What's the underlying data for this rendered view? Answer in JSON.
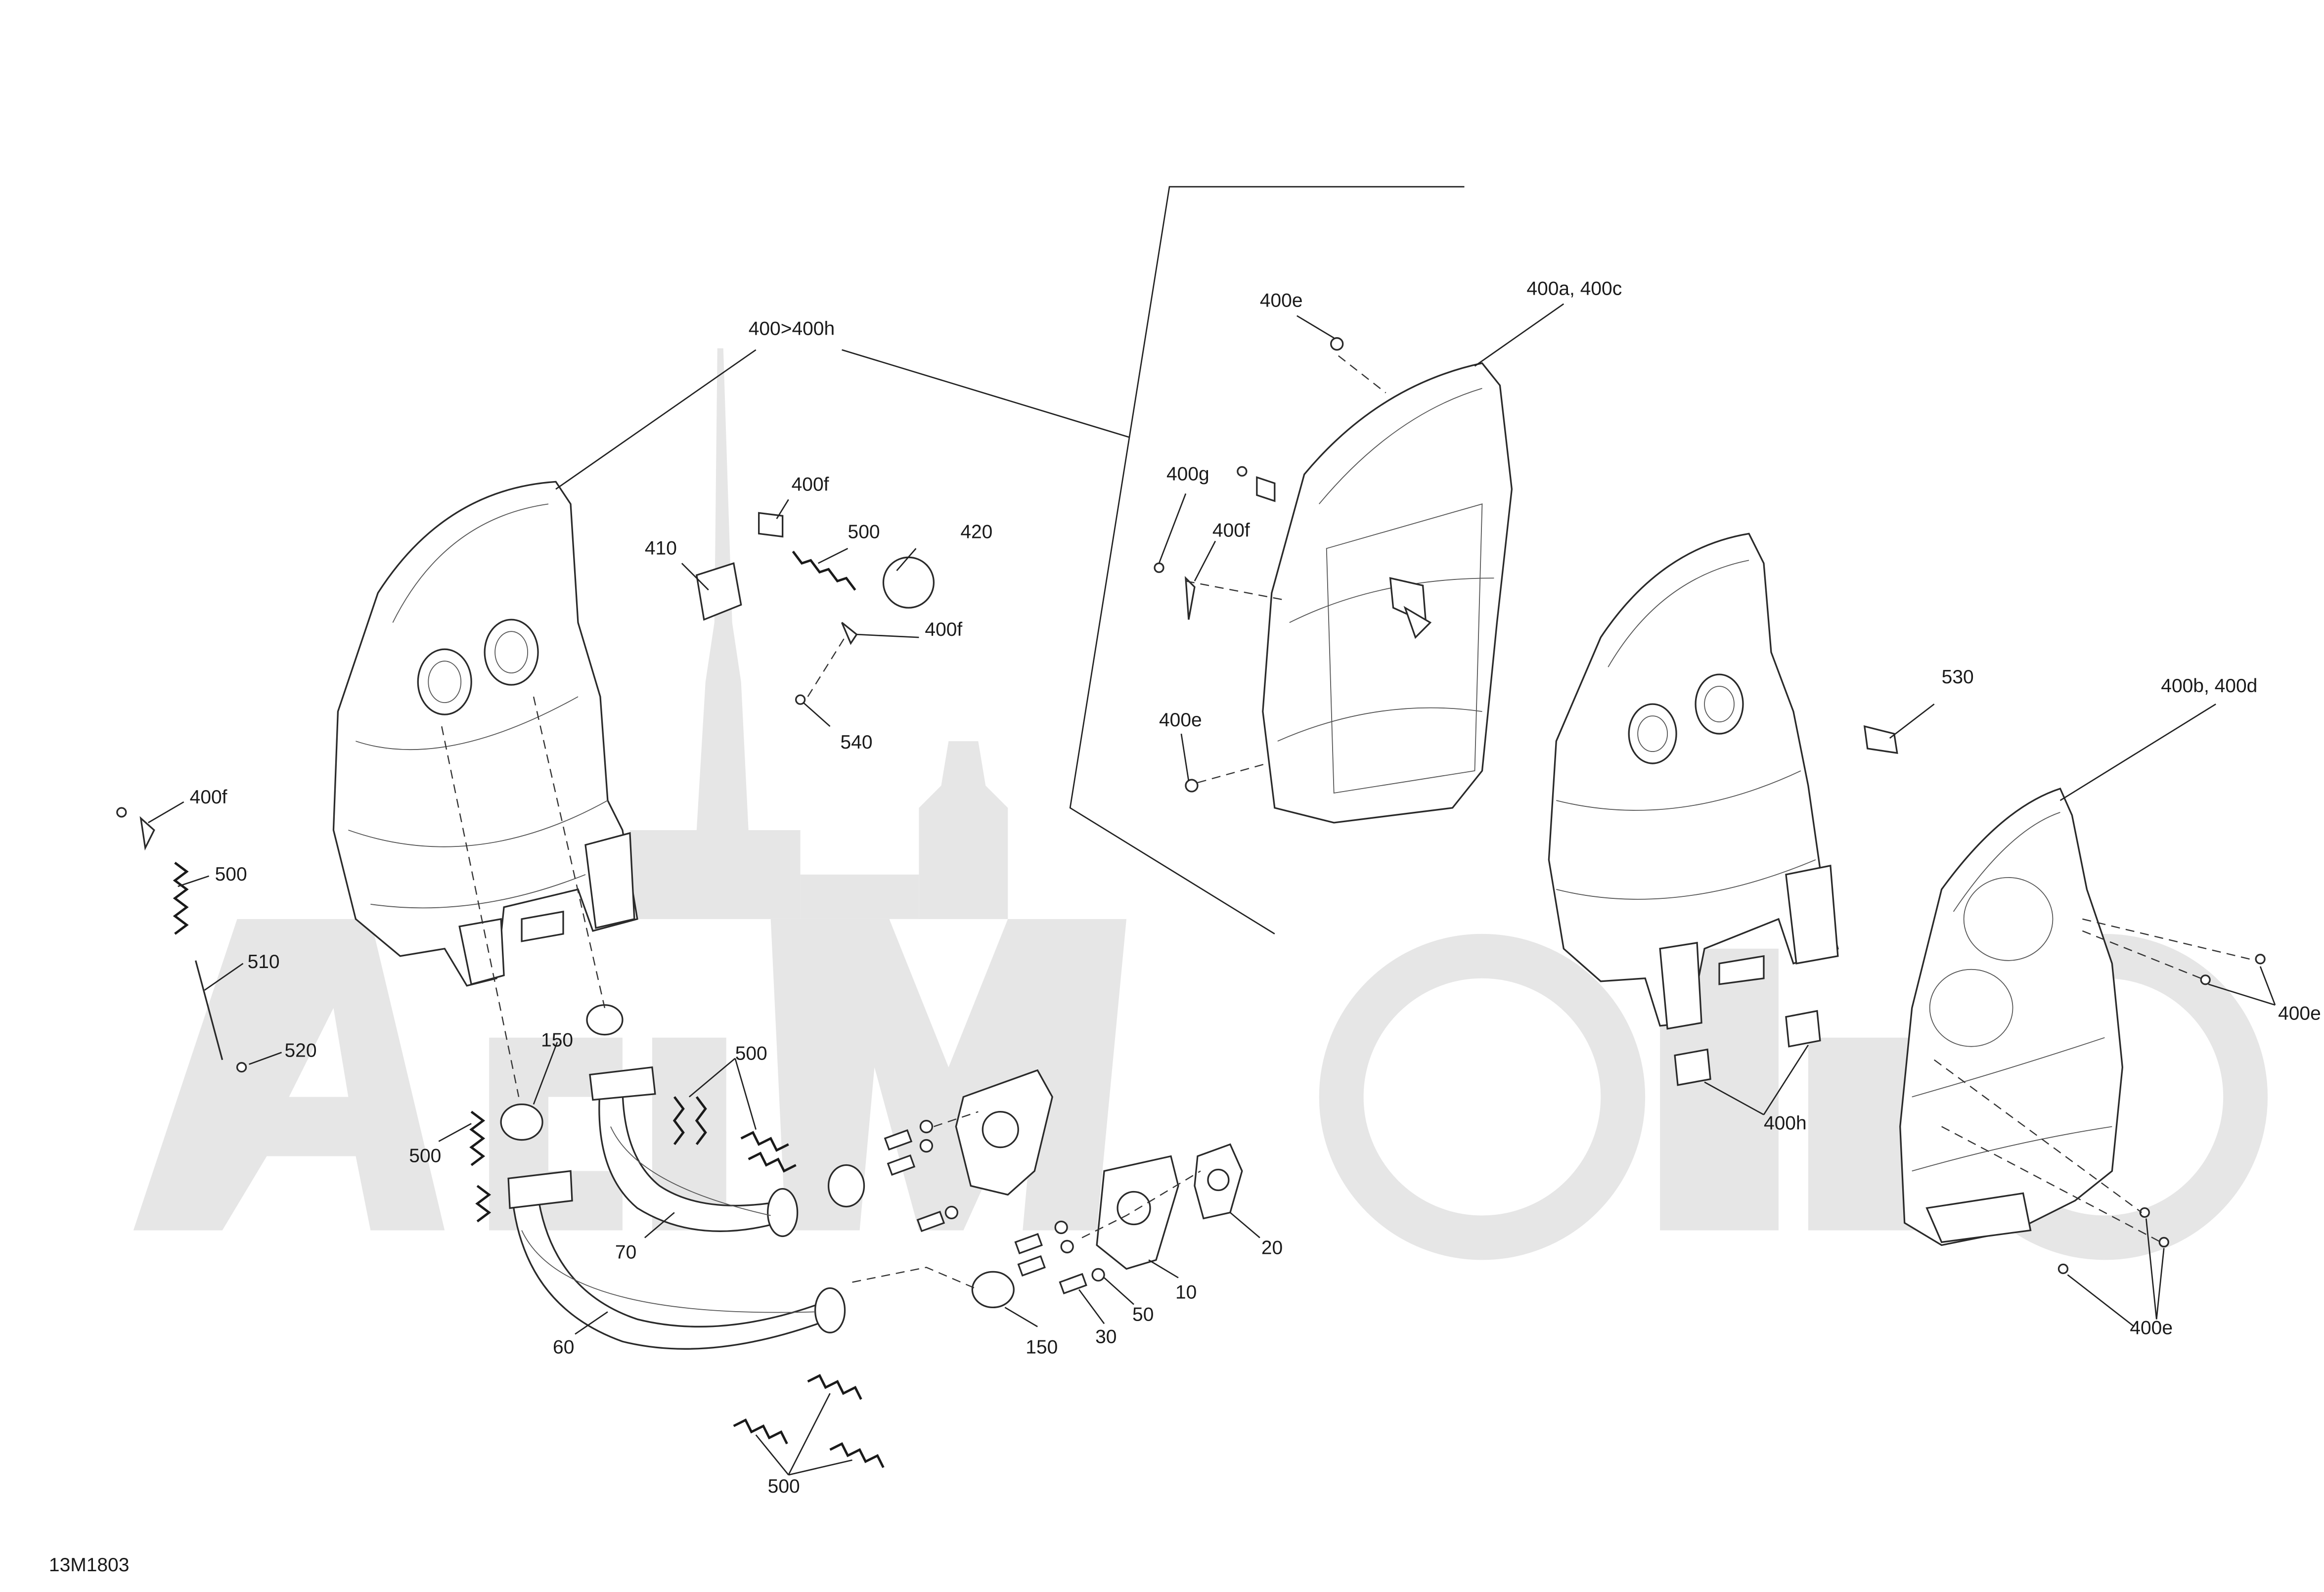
{
  "diagram_code": "13M1803",
  "callouts": {
    "c400_400h": "400>400h",
    "c400a_400c": "400a, 400c",
    "c400b_400d": "400b, 400d",
    "c400e_top": "400e",
    "c400e_mid": "400e",
    "c400e_right": "400e",
    "c400e_bottom": "400e",
    "c400f_a": "400f",
    "c400f_b": "400f",
    "c400f_c": "400f",
    "c400f_d": "400f",
    "c400g": "400g",
    "c400h": "400h",
    "c410": "410",
    "c420": "420",
    "c500_a": "500",
    "c500_b": "500",
    "c500_c": "500",
    "c500_d": "500",
    "c500_e": "500",
    "c510": "510",
    "c520": "520",
    "c530": "530",
    "c540": "540",
    "c150_a": "150",
    "c150_b": "150",
    "c70": "70",
    "c60": "60",
    "c20": "20",
    "c10": "10",
    "c50": "50",
    "c30": "30"
  }
}
